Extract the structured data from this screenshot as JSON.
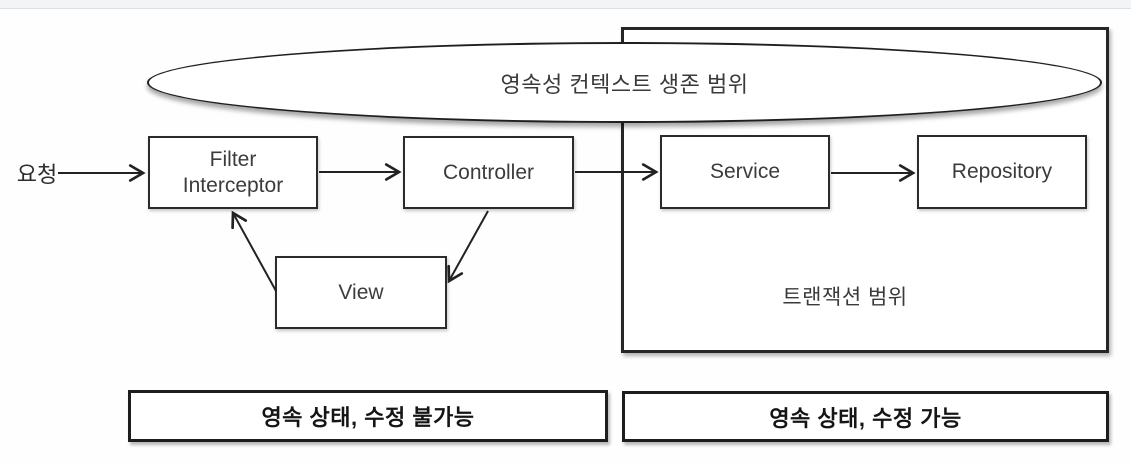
{
  "diagram": {
    "request_label": "요청",
    "ellipse_label": "영속성 컨텍스트 생존 범위",
    "transaction_label": "트랜잭션 범위",
    "nodes": {
      "filter_line1": "Filter",
      "filter_line2": "Interceptor",
      "controller": "Controller",
      "service": "Service",
      "repository": "Repository",
      "view": "View"
    },
    "footers": {
      "left": "영속 상태, 수정 불가능",
      "right": "영속 상태, 수정 가능"
    },
    "colors": {
      "line": "#222222",
      "text": "#3a3a3a",
      "background": "#ffffff"
    }
  }
}
